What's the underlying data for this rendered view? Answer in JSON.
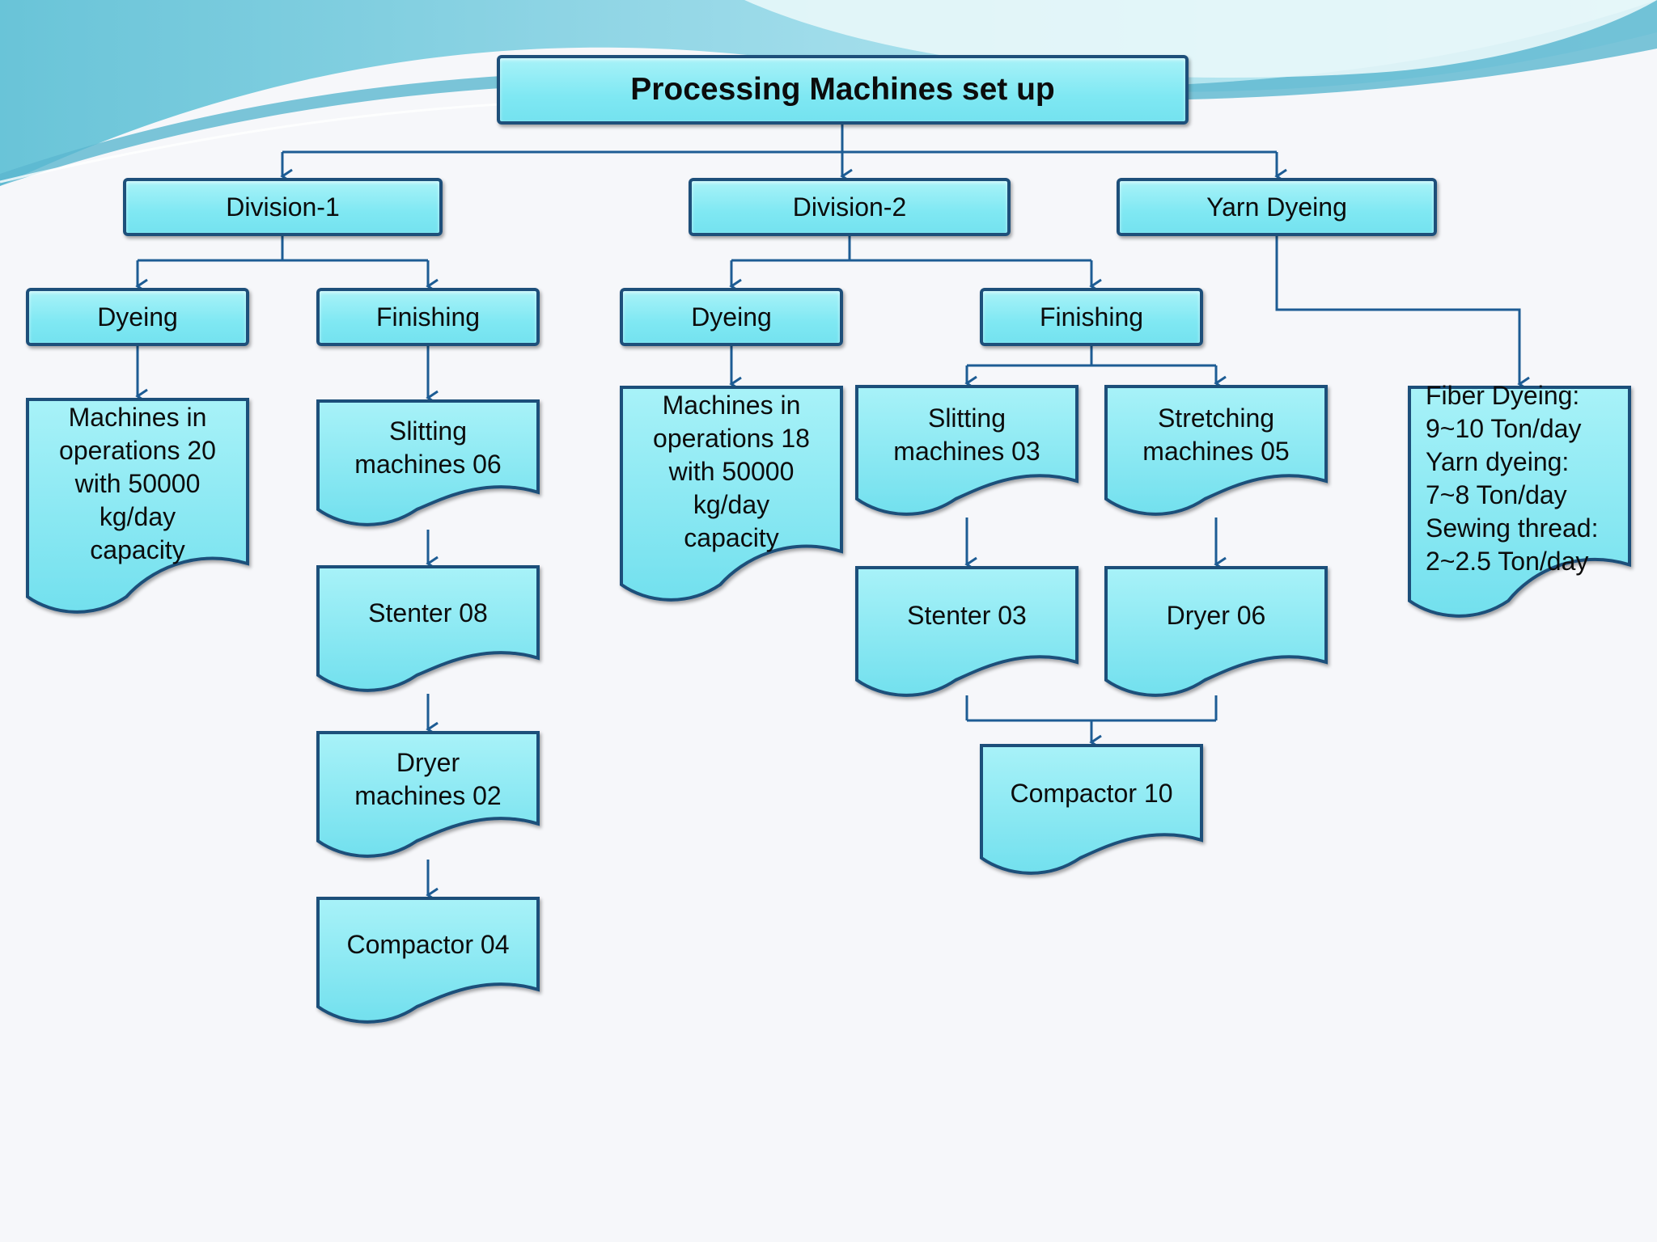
{
  "colors": {
    "box_fill": "#8eedf6",
    "box_border": "#1d4f7a",
    "connector": "#1d5c94",
    "wave_light": "#a6e4ee",
    "wave_dark": "#5bb7cf"
  },
  "diagram": {
    "title": "Processing Machines set up",
    "divisions": [
      {
        "label": "Division-1",
        "dyeing": {
          "label": "Dyeing",
          "note": "Machines in\noperations 20\nwith 50000\nkg/day\ncapacity"
        },
        "finishing": {
          "label": "Finishing",
          "steps": [
            "Slitting\nmachines  06",
            "Stenter  08",
            "Dryer\nmachines  02",
            "Compactor  04"
          ]
        }
      },
      {
        "label": "Division-2",
        "dyeing": {
          "label": "Dyeing",
          "note": "Machines in\noperations 18\nwith 50000\nkg/day\ncapacity"
        },
        "finishing": {
          "label": "Finishing",
          "branch_a": [
            "Slitting\nmachines  03",
            "Stenter 03"
          ],
          "branch_b": [
            "Stretching\nmachines  05",
            "Dryer 06"
          ],
          "merge": "Compactor 10"
        }
      },
      {
        "label": "Yarn Dyeing",
        "note": "Fiber Dyeing:\n9~10 Ton/day\nYarn dyeing:\n7~8 Ton/day\nSewing thread:\n2~2.5 Ton/day"
      }
    ]
  }
}
